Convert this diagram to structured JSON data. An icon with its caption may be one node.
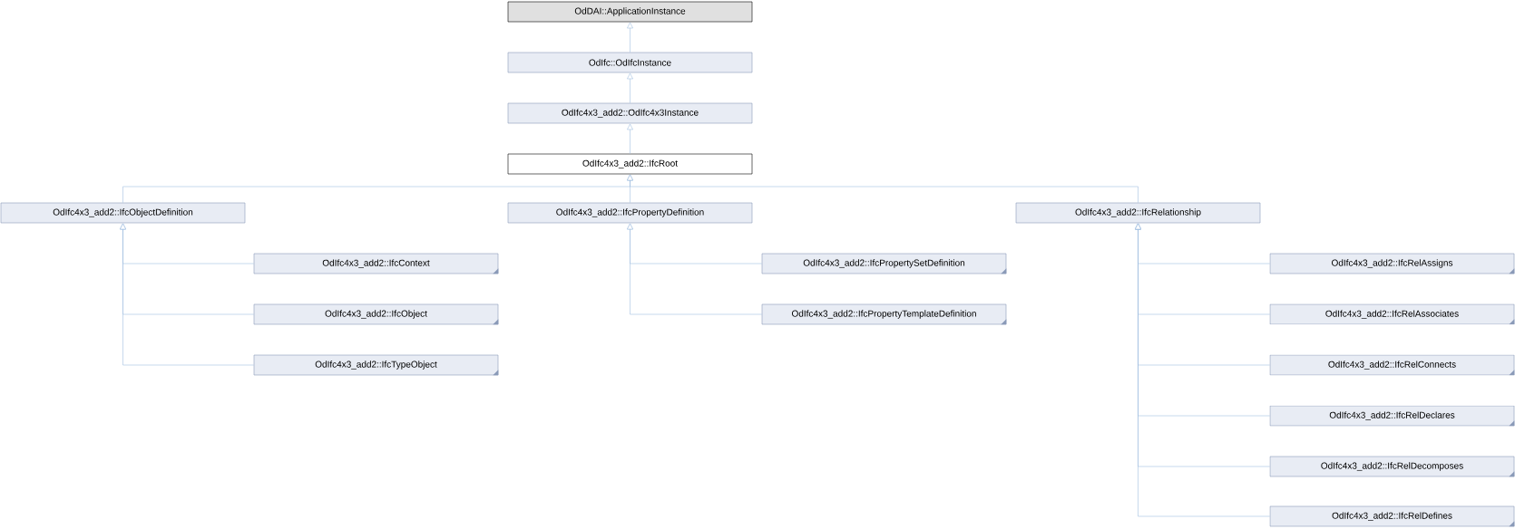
{
  "diagram": {
    "nodes": [
      {
        "text": [
          "OdDAI::ApplicationInstance"
        ]
      },
      {
        "text": [
          "OdIfc::OdIfcInstance"
        ]
      },
      {
        "text": [
          "OdIfc4x3_add2::OdIfc4x3Instance"
        ]
      },
      {
        "text": [
          "OdIfc4x3_add2::IfcRoot"
        ]
      },
      {
        "text": [
          "OdIfc4x3_add2::IfcObjectDefinition"
        ]
      },
      {
        "text": [
          "OdIfc4x3_add2::IfcContext"
        ]
      },
      {
        "text": [
          "OdIfc4x3_add2::IfcObject"
        ]
      },
      {
        "text": [
          "OdIfc4x3_add2::IfcTypeObject"
        ]
      },
      {
        "text": [
          "OdIfc4x3_add2::IfcPropertyDefinition"
        ]
      },
      {
        "text": [
          "OdIfc4x3_add2::IfcPropertySetDefinition"
        ]
      },
      {
        "text": [
          "OdIfc4x3_add2::IfcPropertyTemplateDefinition"
        ]
      },
      {
        "text": [
          "OdIfc4x3_add2::IfcRelationship"
        ]
      },
      {
        "text": [
          "OdIfc4x3_add2::IfcRelAssigns"
        ]
      },
      {
        "text": [
          "OdIfc4x3_add2::IfcRelAssociates"
        ]
      },
      {
        "text": [
          "OdIfc4x3_add2::IfcRelConnects"
        ]
      },
      {
        "text": [
          "OdIfc4x3_add2::IfcRelDeclares"
        ]
      },
      {
        "text": [
          "OdIfc4x3_add2::IfcRelDecomposes"
        ]
      },
      {
        "text": [
          "OdIfc4x3_add2::IfcRelDefines"
        ]
      }
    ],
    "edges": [
      {
        "from": 1,
        "to": 0,
        "arrow": "to"
      },
      {
        "from": 2,
        "to": 1,
        "arrow": "to"
      },
      {
        "from": 3,
        "to": 2,
        "arrow": "to"
      },
      {
        "from": 4,
        "to": 3,
        "arrow": "to"
      },
      {
        "from": 8,
        "to": 3,
        "arrow": "to"
      },
      {
        "from": 11,
        "to": 3,
        "arrow": "to"
      },
      {
        "from": 5,
        "to": 4,
        "arrow": "to"
      },
      {
        "from": 6,
        "to": 4,
        "arrow": "to"
      },
      {
        "from": 7,
        "to": 4,
        "arrow": "to"
      },
      {
        "from": 9,
        "to": 8,
        "arrow": "to"
      },
      {
        "from": 10,
        "to": 8,
        "arrow": "to"
      },
      {
        "from": 12,
        "to": 11,
        "arrow": "to"
      },
      {
        "from": 13,
        "to": 11,
        "arrow": "to"
      },
      {
        "from": 14,
        "to": 11,
        "arrow": "to"
      },
      {
        "from": 15,
        "to": 11,
        "arrow": "to"
      },
      {
        "from": 16,
        "to": 11,
        "arrow": "to"
      },
      {
        "from": 17,
        "to": 11,
        "arrow": "to"
      }
    ]
  }
}
